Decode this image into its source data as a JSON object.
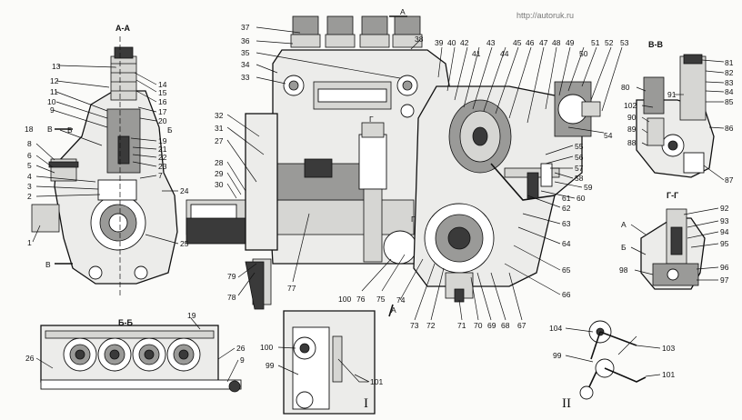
{
  "watermark": "http://autoruk.ru",
  "sections": {
    "a_a": "А-А",
    "b_b": "Б-Б",
    "v_v": "В-В",
    "g_g": "Г-Г",
    "view_1": "I",
    "view_2": "II"
  },
  "cut_marks": {
    "a_top": "А",
    "a_bottom": "А",
    "b_1": "Б",
    "b_2": "Б",
    "v_1": "В",
    "v_2": "В",
    "g_1": "Г",
    "g_2": "Г",
    "gg_a": "А",
    "gg_b": "Б"
  },
  "part_numbers": {
    "n1": "1",
    "n2": "2",
    "n3": "3",
    "n4": "4",
    "n5": "5",
    "n6": "6",
    "n7": "7",
    "n8": "8",
    "n9": "9",
    "n10": "10",
    "n11": "11",
    "n12": "12",
    "n13": "13",
    "n14": "14",
    "n15": "15",
    "n16": "16",
    "n17": "17",
    "n18": "18",
    "n19": "19",
    "n20": "20",
    "n21": "21",
    "n22": "22",
    "n23": "23",
    "n24": "24",
    "n25": "25",
    "n26": "26",
    "n27": "27",
    "n28": "28",
    "n29": "29",
    "n30": "30",
    "n31": "31",
    "n32": "32",
    "n33": "33",
    "n34": "34",
    "n35": "35",
    "n36": "36",
    "n37": "37",
    "n38": "38",
    "n39": "39",
    "n40": "40",
    "n41": "41",
    "n42": "42",
    "n43": "43",
    "n44": "44",
    "n45": "45",
    "n46": "46",
    "n47": "47",
    "n48": "48",
    "n49": "49",
    "n50": "50",
    "n51": "51",
    "n52": "52",
    "n53": "53",
    "n54": "54",
    "n55": "55",
    "n56": "56",
    "n57": "57",
    "n58": "58",
    "n59": "59",
    "n60": "60",
    "n61": "61",
    "n62": "62",
    "n63": "63",
    "n64": "64",
    "n65": "65",
    "n66": "66",
    "n67": "67",
    "n68": "68",
    "n69": "69",
    "n70": "70",
    "n71": "71",
    "n72": "72",
    "n73": "73",
    "n74": "74",
    "n75": "75",
    "n76": "76",
    "n77": "77",
    "n78": "78",
    "n79": "79",
    "n80": "80",
    "n81": "81",
    "n82": "82",
    "n83": "83",
    "n84": "84",
    "n85": "85",
    "n86": "86",
    "n87": "87",
    "n88": "88",
    "n89": "89",
    "n90": "90",
    "n91": "91",
    "n92": "92",
    "n93": "93",
    "n94": "94",
    "n95": "95",
    "n96": "96",
    "n97": "97",
    "n98": "98",
    "n99": "99",
    "n100": "100",
    "n101": "101",
    "n102": "102",
    "n103": "103",
    "n104": "104"
  },
  "colors": {
    "ink": "#111111",
    "paper": "#fbfbf9",
    "shade": "#3a3a3a"
  }
}
